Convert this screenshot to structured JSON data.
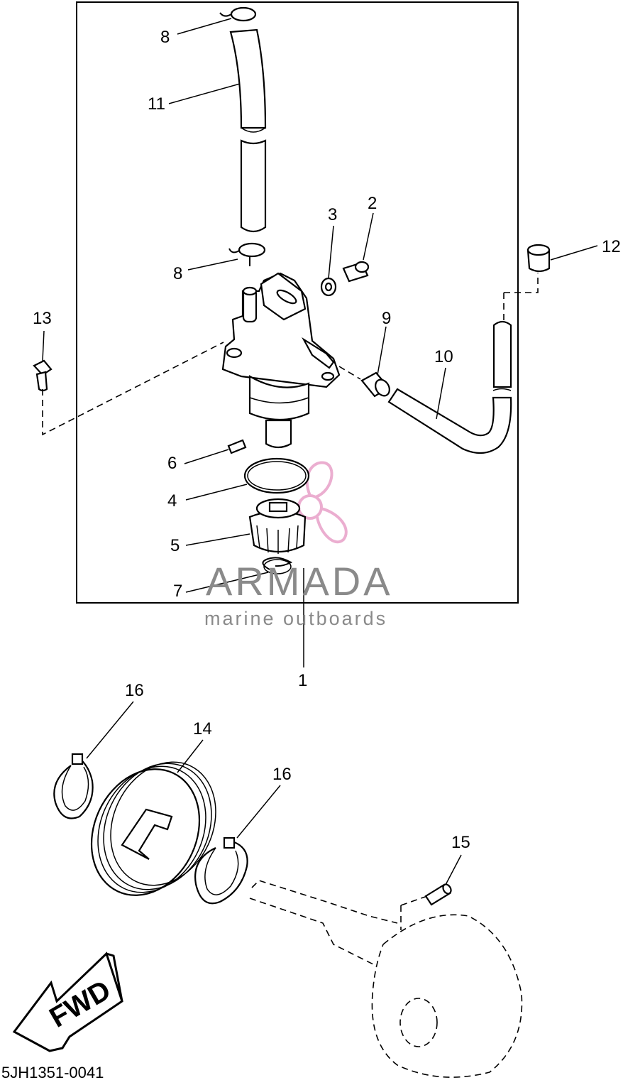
{
  "callouts": {
    "c1": "1",
    "c2": "2",
    "c3": "3",
    "c4": "4",
    "c5": "5",
    "c6": "6",
    "c7": "7",
    "c8a": "8",
    "c8b": "8",
    "c9": "9",
    "c10": "10",
    "c11": "11",
    "c12": "12",
    "c13": "13",
    "c14": "14",
    "c15": "15",
    "c16a": "16",
    "c16b": "16"
  },
  "watermark": {
    "title": "ARMADA",
    "subtitle": "marine outboards",
    "logo_color": "#e8a0c8"
  },
  "fwd_label": "FWD",
  "diagram_code": "5JH1351-0041",
  "icons": {
    "logo": "propeller-logo-icon",
    "direction": "fwd-arrow-icon"
  }
}
